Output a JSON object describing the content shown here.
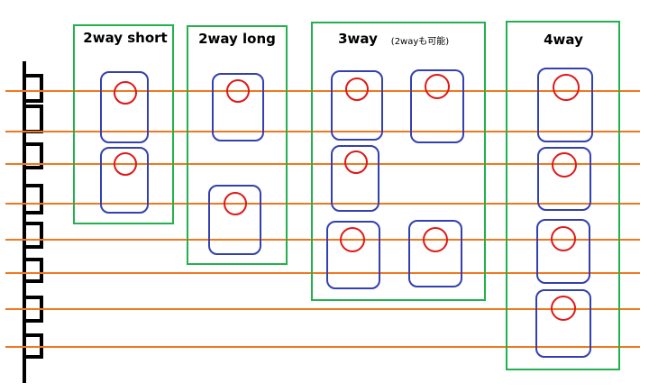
{
  "diagram": {
    "colors": {
      "background": "#ffffff",
      "string_line": "#f07820",
      "group_border": "#22b14c",
      "slot_border": "#3340b0",
      "hole_circle": "#e01818",
      "rail": "#000000"
    },
    "groups": [
      {
        "id": "2way-short",
        "title": "2way short",
        "note": "",
        "slots": 2
      },
      {
        "id": "2way-long",
        "title": "2way long",
        "note": "",
        "slots": 2
      },
      {
        "id": "3way",
        "title": "3way",
        "note": "(2wayも可能)",
        "slots": 5
      },
      {
        "id": "4way",
        "title": "4way",
        "note": "",
        "slots": 4
      }
    ],
    "horizontal_lines": 8
  }
}
